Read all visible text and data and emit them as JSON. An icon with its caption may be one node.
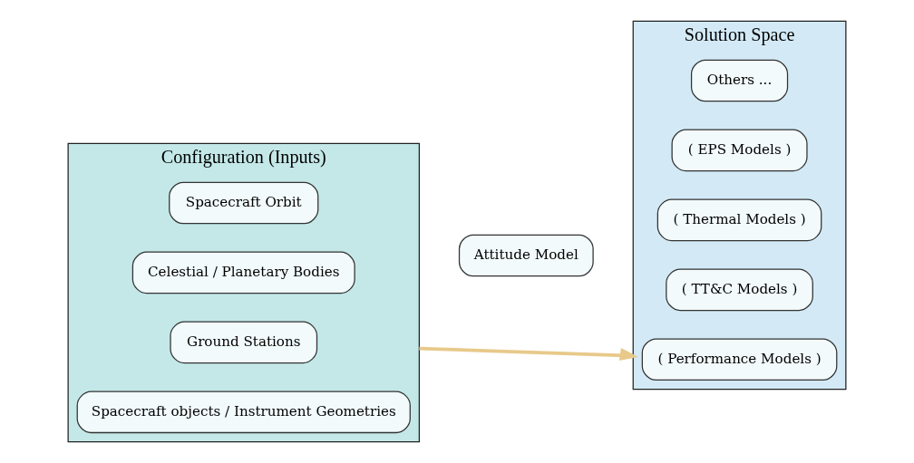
{
  "diagram": {
    "nodes": [
      {
        "text": [
          "Configuration (Inputs)"
        ]
      },
      {
        "text": [
          "Spacecraft Orbit"
        ],
        "in": 0
      },
      {
        "text": [
          "Celestial / Planetary Bodies"
        ],
        "in": 0
      },
      {
        "text": [
          "Ground Stations"
        ],
        "in": 0
      },
      {
        "text": [
          "Spacecraft objects / Instrument Geometries"
        ],
        "in": 0
      },
      {
        "text": [
          "Solution Space"
        ]
      },
      {
        "text": [
          "Attitude Model"
        ]
      },
      {
        "text": [
          "( EPS Models )"
        ],
        "in": 5
      },
      {
        "text": [
          "( Thermal Models )"
        ],
        "in": 5
      },
      {
        "text": [
          "( Performance Models )"
        ],
        "in": 5
      },
      {
        "text": [
          "( TT&C Models )"
        ],
        "in": 5
      },
      {
        "text": [
          "Others ..."
        ],
        "in": 5
      }
    ],
    "edges": [
      {
        "from": 0,
        "to": 5,
        "arrow": "to"
      }
    ]
  }
}
